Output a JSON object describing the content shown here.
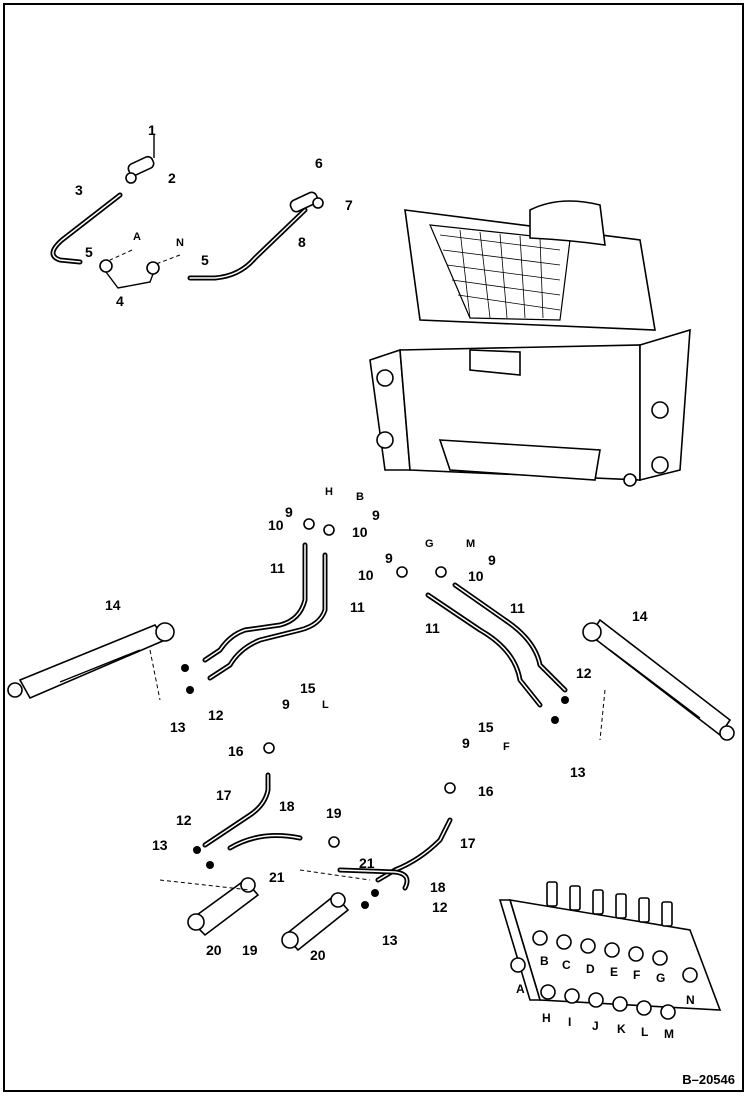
{
  "figure": {
    "id": "B–20546"
  },
  "callouts": [
    "1",
    "2",
    "3",
    "4",
    "5",
    "5",
    "6",
    "7",
    "8",
    "9",
    "10",
    "9",
    "10",
    "11",
    "11",
    "9",
    "10",
    "9",
    "10",
    "11",
    "11",
    "12",
    "13",
    "12",
    "13",
    "14",
    "14",
    "15",
    "9",
    "16",
    "17",
    "18",
    "19",
    "12",
    "13",
    "21",
    "20",
    "19",
    "20",
    "15",
    "9",
    "16",
    "17",
    "18",
    "12",
    "13",
    "21"
  ],
  "port_letters": {
    "top_lines": [
      "A",
      "N"
    ],
    "cylinder_lines": [
      "H",
      "B",
      "G",
      "M"
    ],
    "lower_lines": [
      "L",
      "F"
    ]
  },
  "valve": {
    "top_row": [
      "B",
      "C",
      "D",
      "E",
      "F",
      "G"
    ],
    "bottom_row": [
      "H",
      "I",
      "J",
      "K",
      "L",
      "M"
    ],
    "side": [
      "A",
      "N"
    ]
  }
}
